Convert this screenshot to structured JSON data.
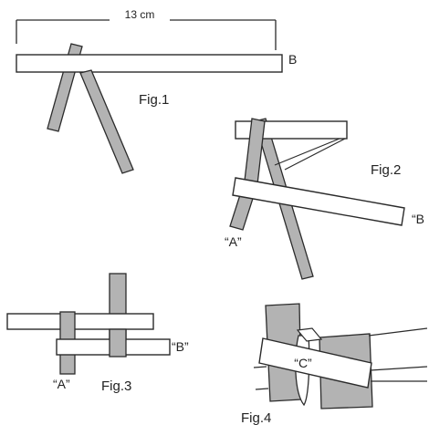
{
  "colors": {
    "stroke": "#2b2b2b",
    "strip_white": "#ffffff",
    "strip_gray": "#b3b3b3",
    "background": "#ffffff"
  },
  "diagram": {
    "fig1": {
      "caption": "Fig.1",
      "dimension": "13 cm",
      "end_label": "B"
    },
    "fig2": {
      "caption": "Fig.2",
      "label_a": "“A”",
      "label_b": "“B"
    },
    "fig3": {
      "caption": "Fig.3",
      "label_a": "“A”",
      "label_b": "“B”"
    },
    "fig4": {
      "caption": "Fig.4",
      "label_c": "“C”"
    }
  }
}
